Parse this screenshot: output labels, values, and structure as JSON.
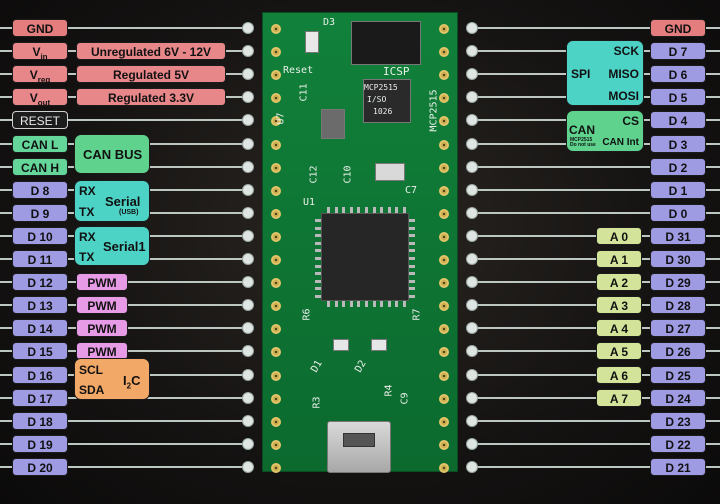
{
  "left_pins": [
    {
      "label": "GND",
      "type": "gnd"
    },
    {
      "label": "V",
      "sub": "in",
      "type": "pwr",
      "desc": "Unregulated 6V - 12V"
    },
    {
      "label": "V",
      "sub": "reg",
      "type": "pwr",
      "desc": "Regulated 5V"
    },
    {
      "label": "V",
      "sub": "out",
      "type": "pwr",
      "desc": "Regulated 3.3V"
    },
    {
      "label": "RESET",
      "type": "rst"
    },
    {
      "label": "CAN L",
      "type": "can"
    },
    {
      "label": "CAN H",
      "type": "can"
    },
    {
      "label": "D 8",
      "type": "dig"
    },
    {
      "label": "D 9",
      "type": "dig"
    },
    {
      "label": "D 10",
      "type": "dig"
    },
    {
      "label": "D 11",
      "type": "dig"
    },
    {
      "label": "D 12",
      "type": "dig",
      "pwm": "PWM"
    },
    {
      "label": "D 13",
      "type": "dig",
      "pwm": "PWM"
    },
    {
      "label": "D 14",
      "type": "dig",
      "pwm": "PWM"
    },
    {
      "label": "D 15",
      "type": "dig",
      "pwm": "PWM"
    },
    {
      "label": "D 16",
      "type": "dig"
    },
    {
      "label": "D 17",
      "type": "dig"
    },
    {
      "label": "D 18",
      "type": "dig"
    },
    {
      "label": "D 19",
      "type": "dig"
    },
    {
      "label": "D 20",
      "type": "dig"
    }
  ],
  "right_pins": [
    {
      "label": "GND",
      "type": "gnd"
    },
    {
      "label": "D 7",
      "type": "dig"
    },
    {
      "label": "D 6",
      "type": "dig"
    },
    {
      "label": "D 5",
      "type": "dig"
    },
    {
      "label": "D 4",
      "type": "dig"
    },
    {
      "label": "D 3",
      "type": "dig"
    },
    {
      "label": "D 2",
      "type": "dig"
    },
    {
      "label": "D 1",
      "type": "dig"
    },
    {
      "label": "D 0",
      "type": "dig"
    },
    {
      "label": "D 31",
      "type": "dig",
      "analog": "A 0"
    },
    {
      "label": "D 30",
      "type": "dig",
      "analog": "A 1"
    },
    {
      "label": "D 29",
      "type": "dig",
      "analog": "A 2"
    },
    {
      "label": "D 28",
      "type": "dig",
      "analog": "A 3"
    },
    {
      "label": "D 27",
      "type": "dig",
      "analog": "A 4"
    },
    {
      "label": "D 26",
      "type": "dig",
      "analog": "A 5"
    },
    {
      "label": "D 25",
      "type": "dig",
      "analog": "A 6"
    },
    {
      "label": "D 24",
      "type": "dig",
      "analog": "A 7"
    },
    {
      "label": "D 23",
      "type": "dig"
    },
    {
      "label": "D 22",
      "type": "dig"
    },
    {
      "label": "D 21",
      "type": "dig"
    }
  ],
  "groups": {
    "can_bus": "CAN BUS",
    "serial": {
      "rx": "RX",
      "tx": "TX",
      "name": "Serial",
      "note": "(USB)"
    },
    "serial1": {
      "rx": "RX",
      "tx": "TX",
      "name": "Serial1"
    },
    "i2c": {
      "scl": "SCL",
      "sda": "SDA",
      "name": "I",
      "sub": "2",
      "name2": "C"
    },
    "spi": {
      "name": "SPI",
      "sck": "SCK",
      "miso": "MISO",
      "mosi": "MOSI"
    },
    "can_ctl": {
      "name": "CAN",
      "cs": "CS",
      "int": "CAN Int",
      "note": "MCP2515 Do not use"
    }
  },
  "board_silk": {
    "reset": "Reset",
    "icsp": "ICSP",
    "d3": "D3",
    "u7": "U7",
    "c11": "C11",
    "mcp": "MCP2515",
    "c10": "C10",
    "c12": "C12",
    "u1": "U1",
    "c7": "C7",
    "chip_top": "MCP2515",
    "chip_mid": "I/SO",
    "chip_bot": "1026",
    "r6": "R6",
    "r7": "R7",
    "d1": "D1",
    "d2": "D2",
    "r3": "R3",
    "r4": "R4",
    "c9": "C9"
  },
  "colors": {
    "gnd": "#e47d7d",
    "power": "#e7878a",
    "digital": "#9f9be3",
    "analog": "#d3e49a",
    "can": "#64d69a",
    "pwm": "#e79be6",
    "serial": "#4dd2c6",
    "i2c": "#f2a867",
    "board": "#0e7534"
  }
}
